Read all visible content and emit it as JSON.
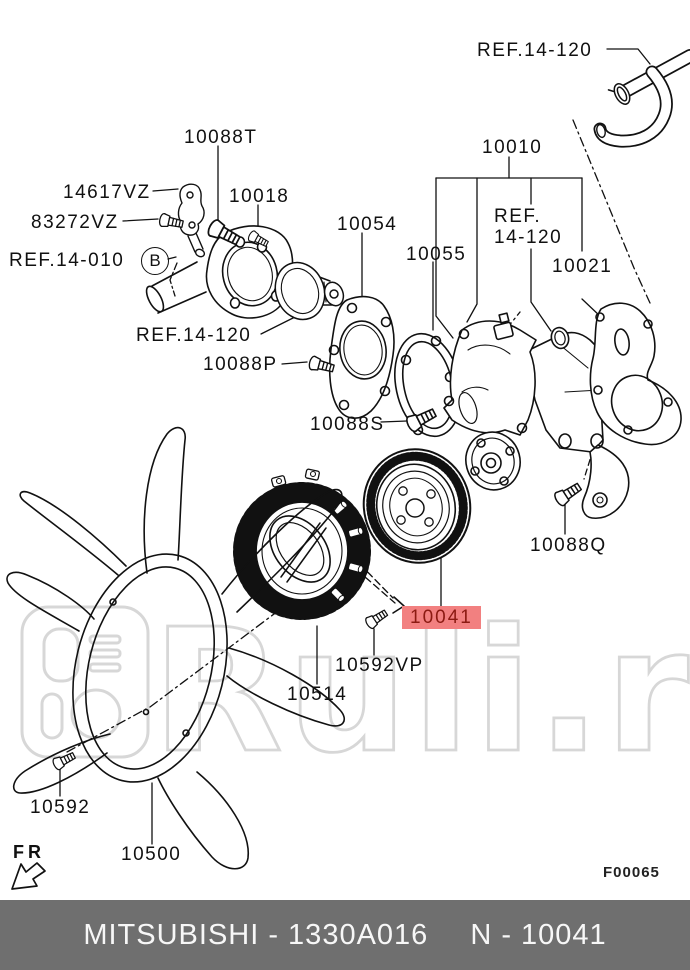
{
  "watermark": {
    "text": "Ruli.ru",
    "color": "#d7d7d7"
  },
  "diagram": {
    "figure_code": "F00065",
    "orientation_label": "FR",
    "view_ref_letter": "B",
    "line_color": "#111111",
    "highlight": {
      "bg": "#f28080",
      "fg": "#8c1a12"
    },
    "labels": {
      "ref_hose": "REF.14-120",
      "bolt_10088t": "10088T",
      "joint_14617vz": "14617VZ",
      "sensor_83272vz": "83272VZ",
      "outlet_10018": "10018",
      "ref_thermo_case": "REF.14-010",
      "gasket_10054": "10054",
      "gasket_10055": "10055",
      "pump_10010": "10010",
      "ref_mid_line1": "REF.",
      "ref_mid_line2": "14-120",
      "gasket_10021": "10021",
      "ref_thermostat": "REF.14-120",
      "bolt_10088p": "10088P",
      "bolt_10088s": "10088S",
      "bolt_10088q": "10088Q",
      "pulley_10041": "10041",
      "bolt_10592vp": "10592VP",
      "clutch_10514": "10514",
      "bolt_10592": "10592",
      "fan_10500": "10500"
    }
  },
  "footer": {
    "bg": "#6f6f6f",
    "brand_code": "MITSUBISHI - 1330A016",
    "part_ref": "N - 10041"
  }
}
